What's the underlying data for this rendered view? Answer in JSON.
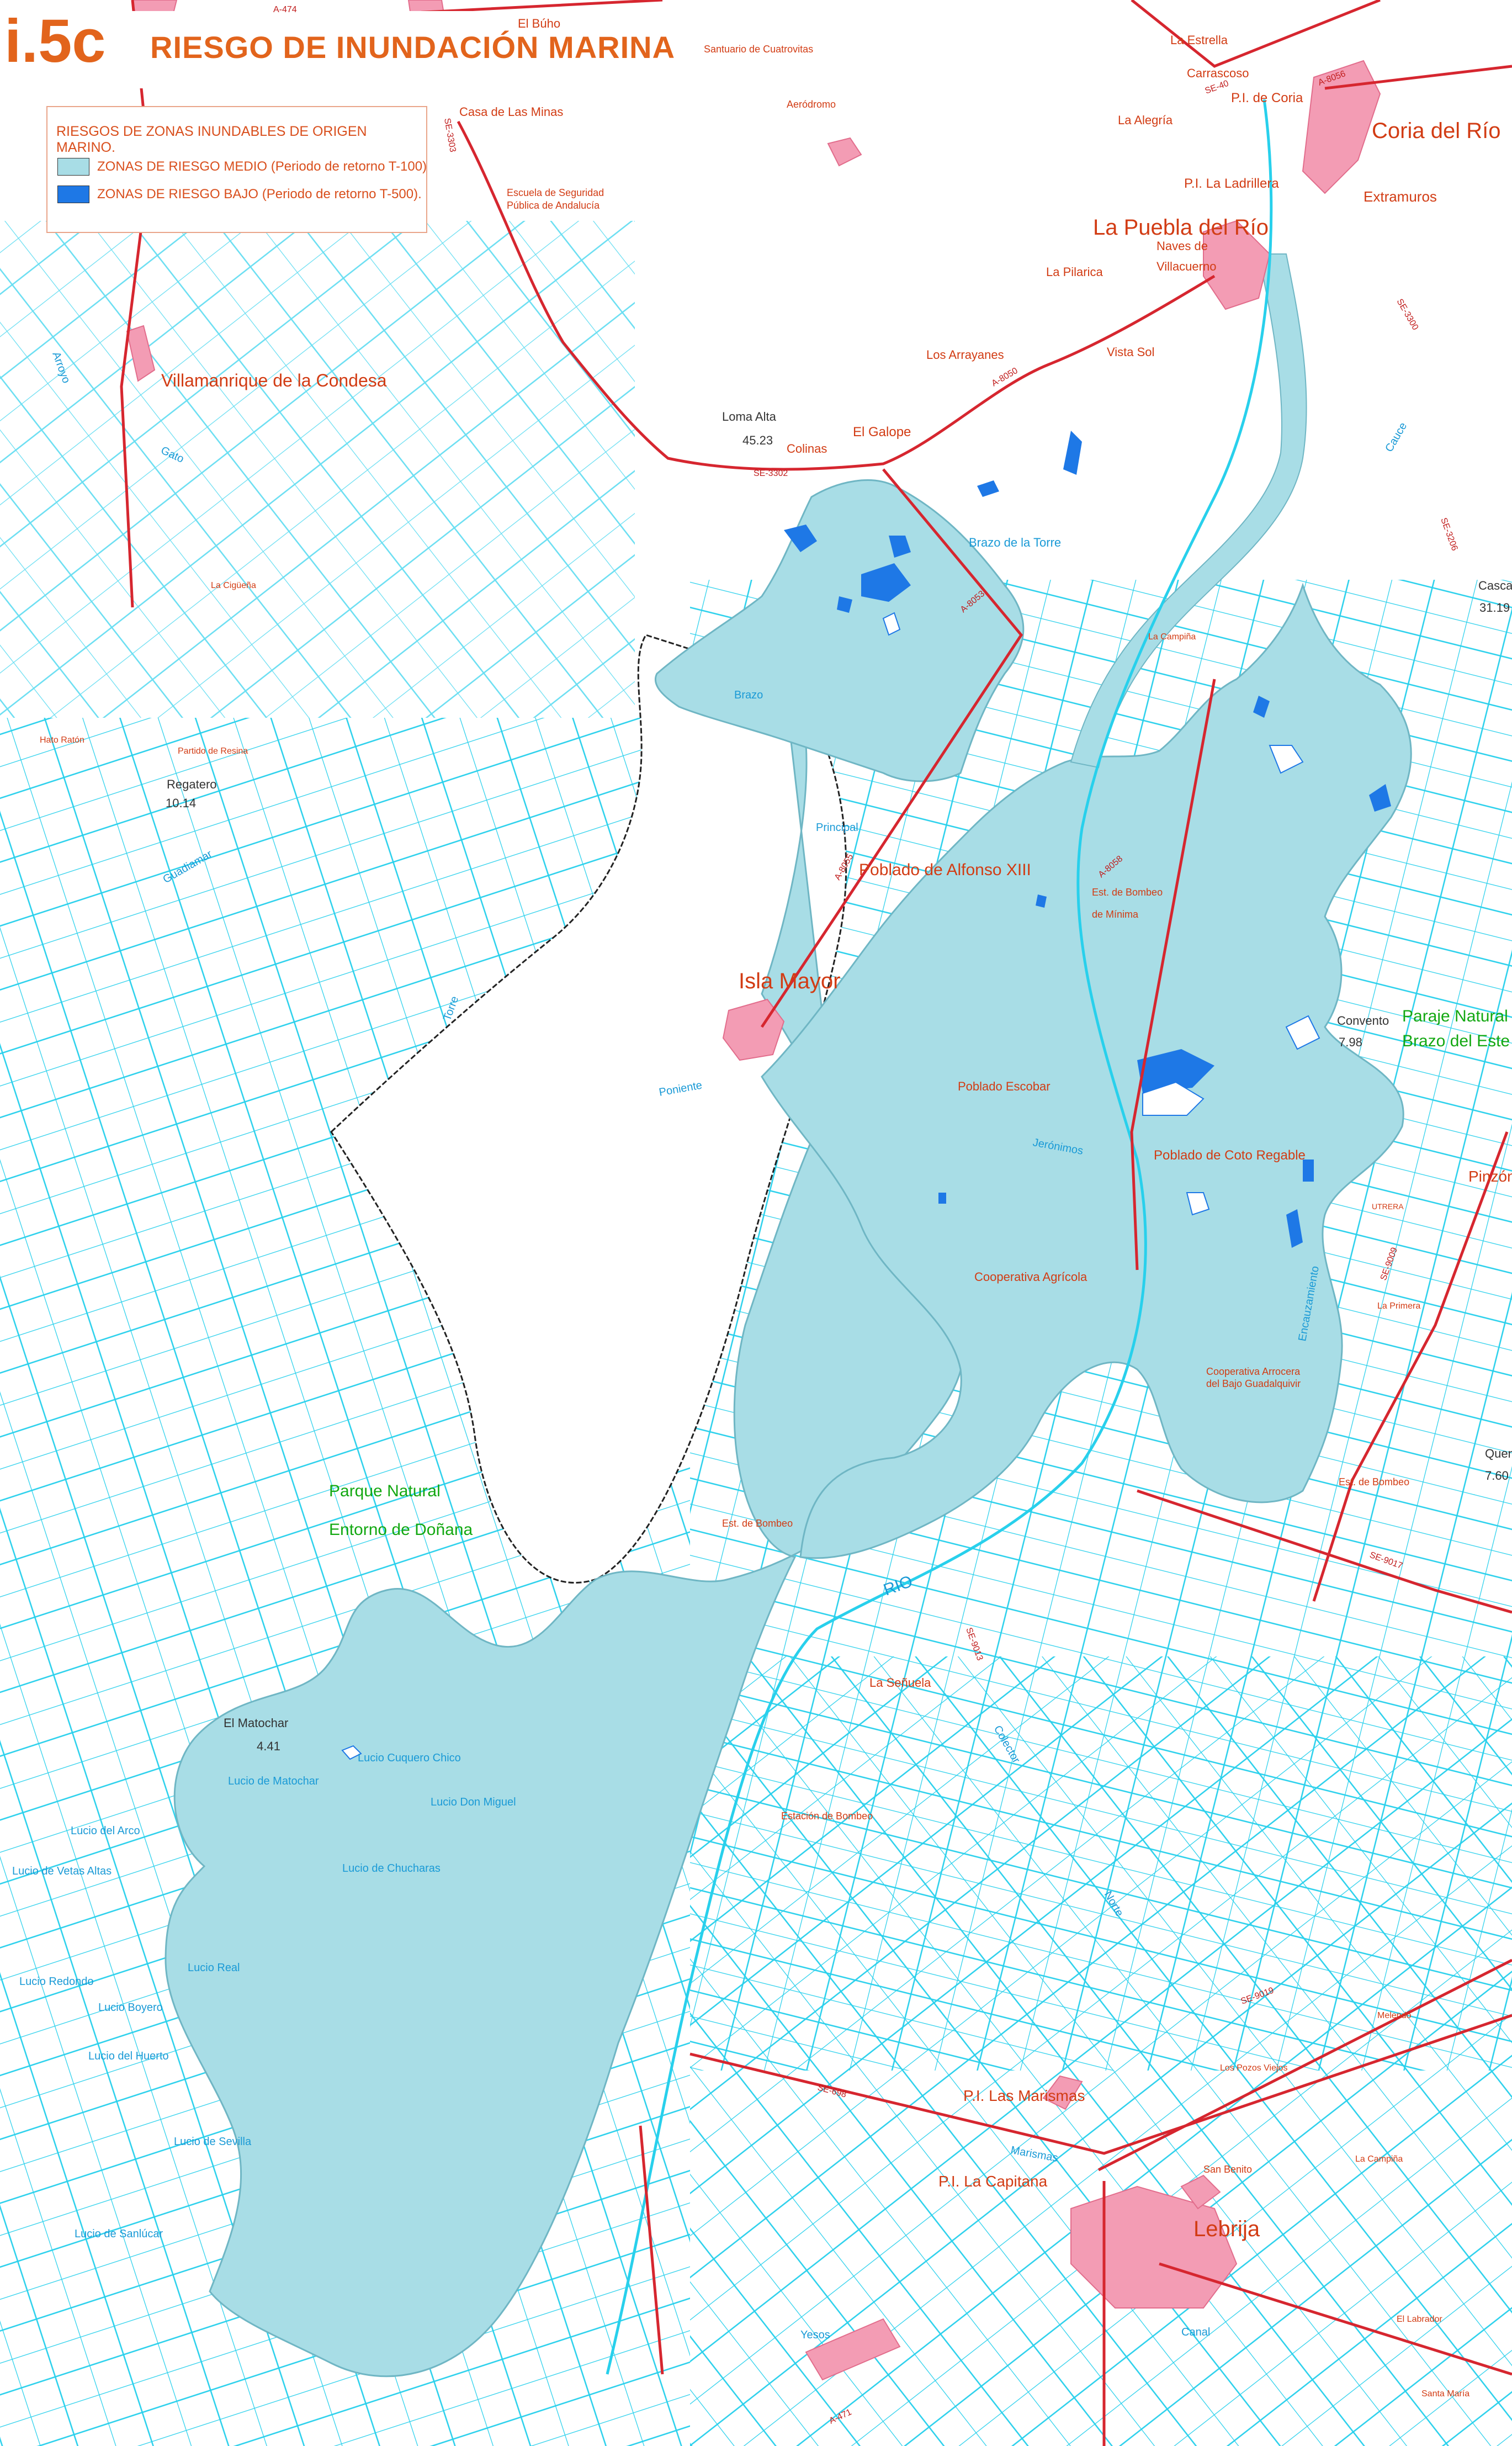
{
  "header": {
    "title_number": "i.5c",
    "title": "RIESGO DE INUNDACIÓN MARINA"
  },
  "legend": {
    "title": "RIESGOS DE ZONAS INUNDABLES DE ORIGEN MARINO.",
    "items": [
      {
        "label": "ZONAS DE RIESGO MEDIO (Periodo de retorno T-100)",
        "color": "#a8dde6"
      },
      {
        "label": "ZONAS DE RIESGO BAJO (Periodo de retorno T-500).",
        "color": "#1e78e6"
      }
    ]
  },
  "colors": {
    "risk_medium": "#a8dde6",
    "risk_low": "#1e78e6",
    "urban": "#f39cb4",
    "road": "#d6262f",
    "canal": "#28d0ec",
    "label_town": "#d23c14",
    "label_park": "#13a812",
    "label_water": "#1a9ad6",
    "text_title": "#e2641c"
  },
  "places": {
    "coria": "Coria del Río",
    "puebla": "La Puebla del Río",
    "villamanrique": "Villamanrique de la Condesa",
    "isla_mayor": "Isla Mayor",
    "lebrija": "Lebrija",
    "alfonso": "Poblado de Alfonso XIII",
    "escobar": "Poblado Escobar",
    "coto": "Poblado de Coto Regable",
    "cooperativa": "Cooperativa Agrícola",
    "coop_arrocera1": "Cooperativa Arrocera",
    "coop_arrocera2": "del Bajo Guadalquivir",
    "bombeo_minima1": "Est. de Bombeo",
    "bombeo_minima2": "de Mínima",
    "bombeo_sw": "Est. de Bombeo",
    "bombeo_se": "Est. de Bombeo",
    "estacion_bombeo": "Estación de Bombeo",
    "pi_marismas": "P.I. Las Marismas",
    "pi_capitana": "P.I. La Capitana",
    "pi_ladrillera": "P.I. La Ladrillera",
    "pi_coria": "P.I. de Coria",
    "el_galope": "El Galope",
    "colinas": "Colinas",
    "los_arrayanes": "Los Arrayanes",
    "vista_sol": "Vista Sol",
    "la_pilarica": "La Pilarica",
    "naves1": "Naves de",
    "naves2": "Villacuerno",
    "extramuros": "Extramuros",
    "la_estrella": "La Estrella",
    "carrascoso": "Carrascoso",
    "la_alegria": "La Alegría",
    "el_buho": "El Búho",
    "casa_minas": "Casa de Las Minas",
    "escuela1": "Escuela de Seguridad",
    "escuela2": "Pública de Andalucía",
    "santuario": "Santuario de Cuatrovitas",
    "aerodromo": "Aeródromo",
    "la_senuela": "La Señuela",
    "san_benito": "San Benito",
    "pinzon": "Pinzón",
    "paraje1": "Paraje Natural",
    "paraje2": "Brazo del Este",
    "parque1": "Parque Natural",
    "parque2": "Entorno de Doñana",
    "loma_alta": "Loma Alta",
    "loma_alta_h": "45.23",
    "regatero": "Regatero",
    "regatero_h": "10.14",
    "convento": "Convento",
    "convento_h": "7.98",
    "matochar": "El Matochar",
    "matochar_h": "4.41",
    "quem": "Quem",
    "quem_h": "7.60",
    "casca": "Casca",
    "casca_h": "31.19",
    "la_cigrena": "La Cigüeña",
    "partido_resina": "Partido de Resina",
    "hato_raton": "Hato Ratón",
    "melendo": "Melendo",
    "los_pozos": "Los Pozos Viejos",
    "la_campina": "La Campiña",
    "el_labrador": "El Labrador",
    "santa_maria": "Santa María",
    "la_primera": "La Primera",
    "utrera": "UTRERA",
    "la_campina2": "La Campiña"
  },
  "water_labels": {
    "rio": "RIO",
    "brazo_torre": "Brazo de la Torre",
    "lucio_cuquero": "Lucio Cuquero Chico",
    "lucio_don_miguel": "Lucio Don Miguel",
    "lucio_chucharas": "Lucio de Chucharas",
    "lucio_real": "Lucio Real",
    "lucio_matochar": "Lucio de Matochar",
    "lucio_arco": "Lucio del Arco",
    "lucio_vetas": "Lucio de Vetas Altas",
    "lucio_redondo": "Lucio Redondo",
    "lucio_boyero": "Lucio Boyero",
    "lucio_huerto": "Lucio del Huerto",
    "lucio_sevilla": "Lucio de Sevilla",
    "lucio_sanlucar": "Lucio de Sanlúcar",
    "canal_principal": "Principal",
    "jeronimos": "Jerónimos",
    "encauzamiento": "Encauzamiento",
    "canal": "Canal",
    "yesos": "Yesos",
    "guadiamar": "Guadiamar",
    "cauce": "Cauce",
    "arroyo": "Arroyo",
    "gato": "Gato",
    "torre": "Torre",
    "brazo": "Brazo",
    "marismas": "Marismas",
    "poniente": "Poniente",
    "colector": "Colector",
    "norte": "Norte"
  },
  "roads": {
    "a474": "A-474",
    "se3302": "SE-3302",
    "se3303": "SE-3303",
    "a8050": "A-8050",
    "a8053": "A-8053",
    "a8055": "A-8055",
    "a8056": "A-8056",
    "se40": "SE-40",
    "se3300": "SE-3300",
    "se3206": "SE-3206",
    "se9009": "SE-9009",
    "se9017": "SE-9017",
    "se9013": "SE-9013",
    "se9019": "SE-9019",
    "se698": "SE-698",
    "a471": "A-471",
    "a8058": "A-8058"
  }
}
